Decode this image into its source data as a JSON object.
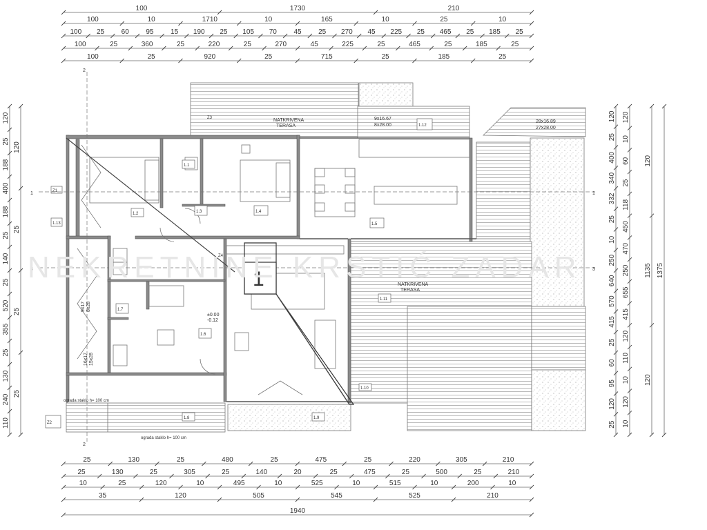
{
  "dimensions": {
    "top": [
      [
        "100",
        "1730",
        "210"
      ],
      [
        "100",
        "10",
        "1710",
        "10",
        "165",
        "10",
        "25",
        "10"
      ],
      [
        "100",
        "25",
        "60",
        "95",
        "15",
        "190",
        "25",
        "105",
        "70",
        "45",
        "25",
        "270",
        "45",
        "225",
        "25",
        "465",
        "25",
        "185",
        "25"
      ],
      [
        "100",
        "25",
        "360",
        "25",
        "220",
        "25",
        "270",
        "45",
        "225",
        "25",
        "465",
        "25",
        "185",
        "25"
      ],
      [
        "100",
        "25",
        "920",
        "25",
        "715",
        "25",
        "185",
        "25"
      ]
    ],
    "bottom": [
      [
        "25",
        "130",
        "25",
        "480",
        "25",
        "475",
        "25",
        "220",
        "305",
        "210"
      ],
      [
        "25",
        "130",
        "25",
        "305",
        "25",
        "140",
        "20",
        "25",
        "475",
        "25",
        "500",
        "25",
        "210"
      ],
      [
        "10",
        "25",
        "120",
        "10",
        "495",
        "10",
        "525",
        "10",
        "515",
        "10",
        "200",
        "10"
      ],
      [
        "35",
        "120",
        "505",
        "545",
        "525",
        "210"
      ],
      [
        "1940"
      ]
    ],
    "left": [
      [
        "120",
        "25",
        "188",
        "400",
        "188",
        "25",
        "140",
        "25",
        "520",
        "355",
        "25",
        "130",
        "240",
        "110"
      ],
      [
        "120",
        "25",
        "25",
        "25"
      ]
    ],
    "right": [
      [
        "120",
        "25",
        "400",
        "340",
        "332",
        "25",
        "10",
        "250",
        "640",
        "570",
        "415",
        "25",
        "60",
        "95",
        "120",
        "25"
      ],
      [
        "120",
        "10",
        "60",
        "25",
        "118",
        "450",
        "470",
        "250",
        "655",
        "415",
        "120",
        "110",
        "10",
        "120",
        "10"
      ],
      [
        "120",
        "1135",
        "120"
      ],
      [
        "1375"
      ]
    ]
  },
  "labels": {
    "unit_number": "1",
    "covered_terrace_upper": [
      "NATKRIVENA",
      "TERASA"
    ],
    "covered_terrace_main": [
      "NATKRIVENA",
      "TERASA"
    ],
    "window_sizes_a": [
      "9x16.67",
      "8x28.00"
    ],
    "window_sizes_b": [
      "28x16.89",
      "27x28.00"
    ],
    "stair_left_a": [
      "9x17",
      "8x28"
    ],
    "stair_left_b": [
      "16x17",
      "15x28"
    ],
    "fence_note_1": "ograda staklo h= 100 cm",
    "fence_note_2": "ograda staklo h= 100 cm",
    "level_zero": "±0.00",
    "level_minus": "-0.12",
    "section_marks": [
      "1",
      "1",
      "3",
      "3",
      "2",
      "2"
    ],
    "watermark": "NEKRETNINE KRSTIĆ ZADAR"
  },
  "room_tags": [
    "1.1",
    "1.2",
    "1.3",
    "1.4",
    "1.5",
    "1.6",
    "1.7",
    "1.8",
    "1.9",
    "1.10",
    "1.11",
    "1.12",
    "1.13",
    "Z1",
    "Z2",
    "Z3",
    "Z4"
  ]
}
